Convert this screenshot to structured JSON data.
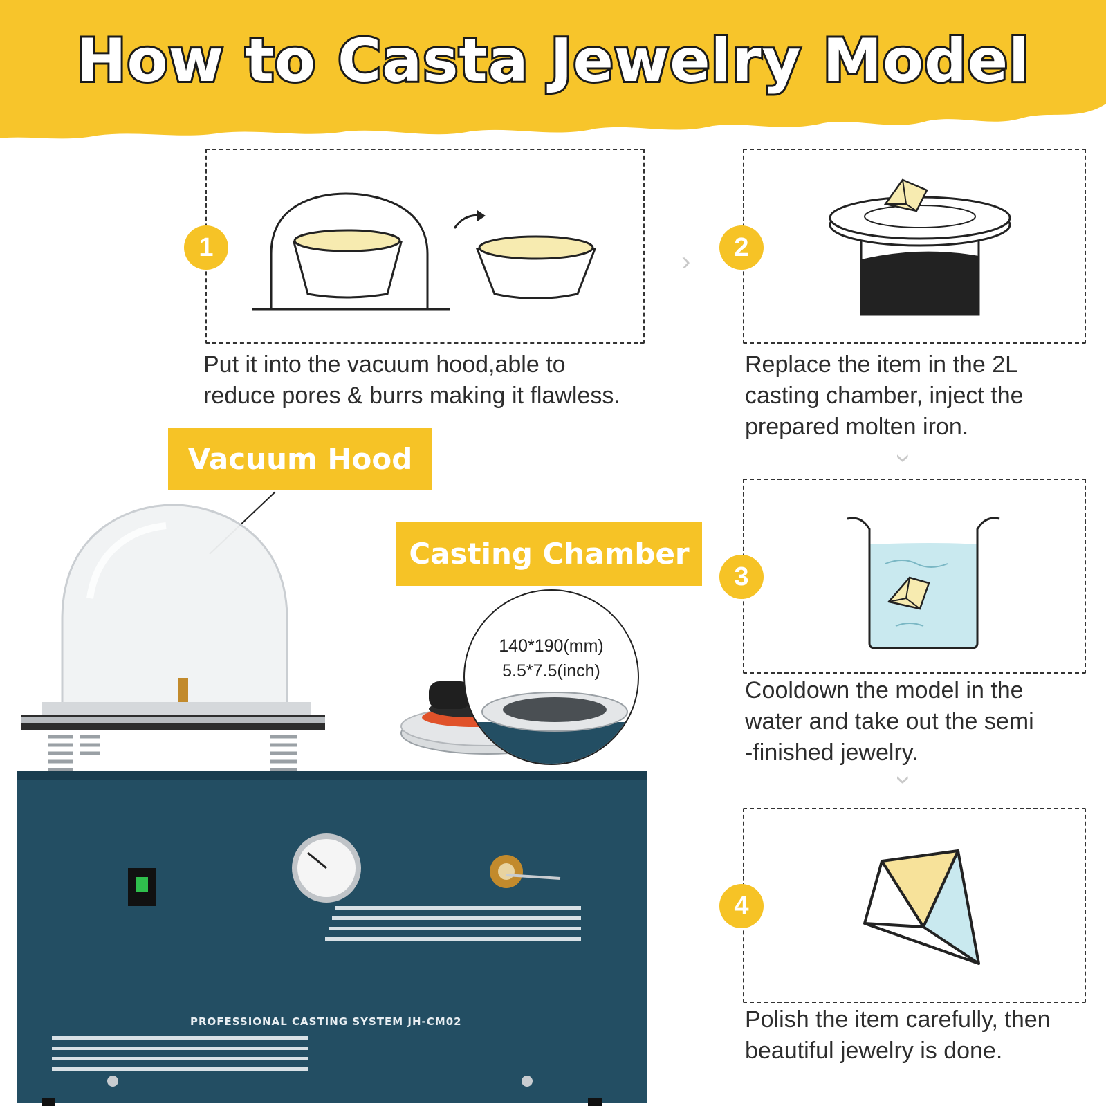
{
  "title": "How to Casta Jewelry Model",
  "steps": [
    {
      "number": "1",
      "text": "Put it into the vacuum hood,able to\nreduce pores & burrs making it flawless."
    },
    {
      "number": "2",
      "text": "Replace the item in the 2L\ncasting chamber, inject the\nprepared molten iron."
    },
    {
      "number": "3",
      "text": "Cooldown the model in the\nwater and take out the semi\n-finished jewelry."
    },
    {
      "number": "4",
      "text": "Polish the item carefully, then\nbeautiful jewelry is done."
    }
  ],
  "labels": {
    "vacuum_hood": "Vacuum Hood",
    "casting_chamber": "Casting Chamber"
  },
  "spec": {
    "line1": "140*190(mm)",
    "line2": "5.5*7.5(inch)"
  },
  "machine": {
    "model_text": "PROFESSIONAL CASTING SYSTEM JH-CM02"
  },
  "colors": {
    "accent": "#f6c326",
    "machine": "#234e63",
    "water": "#c9e9ef",
    "cream": "#f7ebb0"
  },
  "icons": [
    "chevron-right-icon",
    "chevron-down-icon",
    "bell-jar-icon",
    "diamond-icon"
  ]
}
